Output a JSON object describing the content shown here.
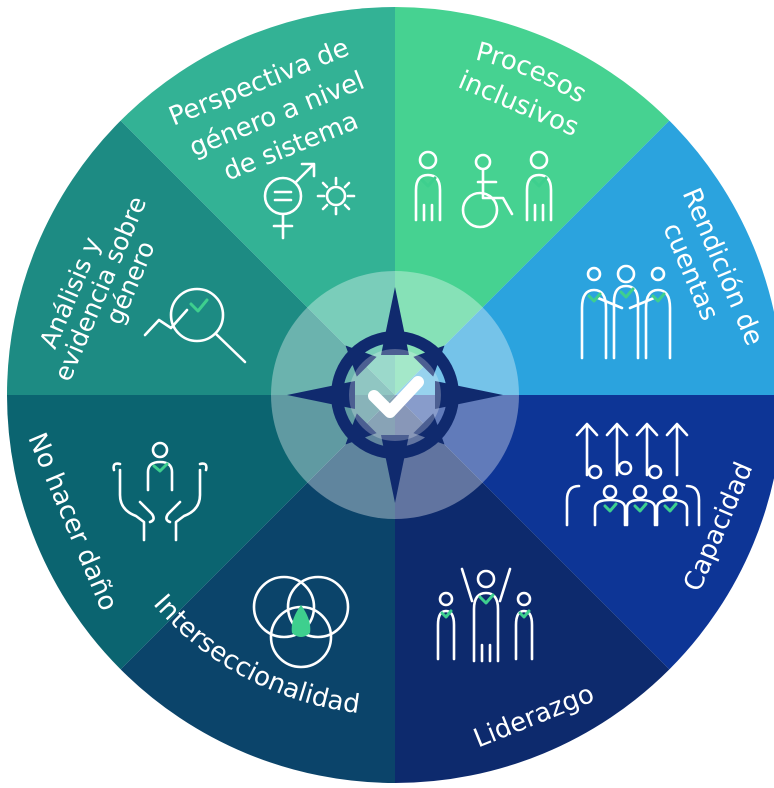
{
  "wheel": {
    "segments": [
      {
        "id": "inclusive-processes",
        "lines": [
          "Procesos",
          "inclusivos"
        ],
        "color": "#46d291"
      },
      {
        "id": "accountability",
        "lines": [
          "Rendición de",
          "cuentas"
        ],
        "color": "#2ba3de"
      },
      {
        "id": "capacity",
        "lines": [
          "Capacidad"
        ],
        "color": "#0d3596"
      },
      {
        "id": "leadership",
        "lines": [
          "Liderazgo"
        ],
        "color": "#0d2a6d"
      },
      {
        "id": "intersectionality",
        "lines": [
          "Interseccionalidad"
        ],
        "color": "#0b446a"
      },
      {
        "id": "do-no-harm",
        "lines": [
          "No hacer daño"
        ],
        "color": "#0b6470"
      },
      {
        "id": "gender-analysis",
        "lines": [
          "Análisis y",
          "evidencia sobre",
          "género"
        ],
        "color": "#1d8b83"
      },
      {
        "id": "system-gender-perspective",
        "lines": [
          "Perspectiva de",
          "género a nivel",
          "de sistema"
        ],
        "color": "#33b295"
      }
    ],
    "hub": {
      "ring_color": "#ffffff",
      "compass_color": "#102a6e",
      "check_color": "#ffffff"
    }
  }
}
